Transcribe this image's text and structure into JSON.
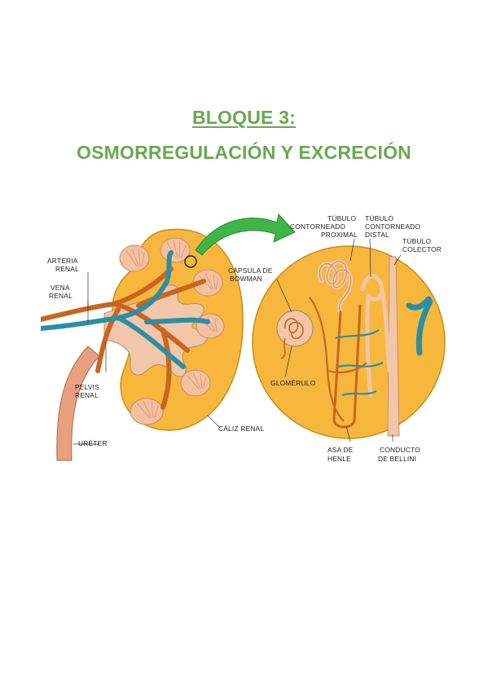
{
  "heading": {
    "line1": "BLOQUE 3:",
    "line2": "OSMORREGULACIÓN Y EXCRECIÓN"
  },
  "diagram": {
    "labels": {
      "arteria_1": "ARTERIA",
      "arteria_2": "RENAL",
      "vena_1": "VENA",
      "vena_2": "RENAL",
      "pelvis_1": "PELVIS",
      "pelvis_2": "RENAL",
      "ureter": "URÉTER",
      "caliz": "CÁLIZ RENAL",
      "tub_prox_1": "TÚBULO",
      "tub_prox_2": "CONTORNEADO",
      "tub_prox_3": "PROXIMAL",
      "tub_dist_1": "TÚBULO",
      "tub_dist_2": "CONTORNEADO",
      "tub_dist_3": "DISTAL",
      "tub_col_1": "TÚBULO",
      "tub_col_2": "COLECTOR",
      "capsula_1": "CÁPSULA DE",
      "capsula_2": "BOWMAN",
      "glomerulo": "GLOMÉRULO",
      "asa_1": "ASA DE",
      "asa_2": "HENLE",
      "conducto_1": "CONDUCTO",
      "conducto_2": "DE BELLINI"
    },
    "colors": {
      "cortex": "#f6b73c",
      "medulla": "#f2c6a8",
      "artery": "#c8651f",
      "vein": "#2a8fa6",
      "arrow": "#3fb548",
      "title": "#6aa84f"
    }
  }
}
